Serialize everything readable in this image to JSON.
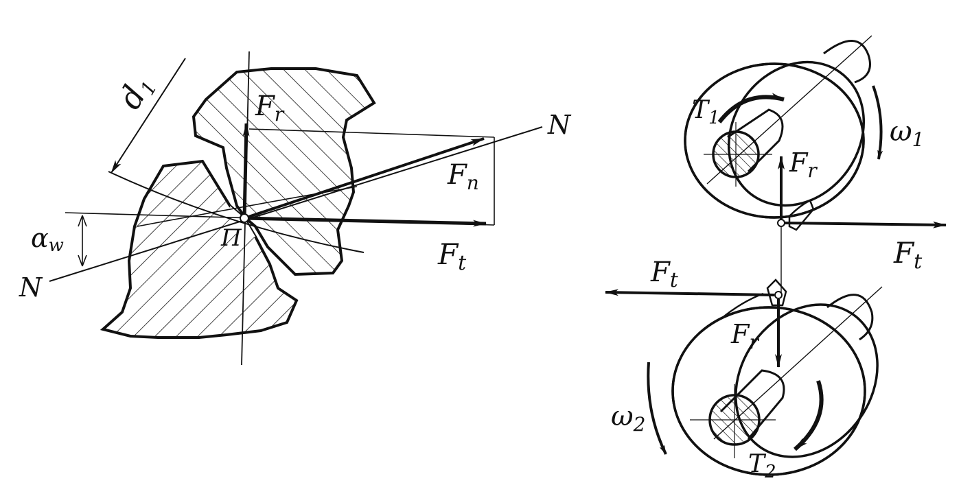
{
  "left_view": {
    "labels": {
      "d": "d",
      "d_sub": "1",
      "Fr": "F",
      "Fr_sub": "r",
      "N_top": "N",
      "Fn": "F",
      "Fn_sub": "n",
      "alpha": "α",
      "alpha_sub": "w",
      "Pi": "П",
      "Ft": "F",
      "Ft_sub": "t",
      "N_bottom": "N"
    }
  },
  "right_view": {
    "gear1": {
      "T": "T",
      "T_sub": "1",
      "omega": "ω",
      "omega_sub": "1",
      "Fr": "F",
      "Fr_sub": "r",
      "Ft": "F",
      "Ft_sub": "t"
    },
    "gear2": {
      "Ft": "F",
      "Ft_sub": "t",
      "Fr": "F",
      "Fr_sub": "r",
      "omega": "ω",
      "omega_sub": "2",
      "T": "T",
      "T_sub": "2"
    }
  },
  "colors": {
    "ink": "#111111",
    "background": "#ffffff"
  }
}
